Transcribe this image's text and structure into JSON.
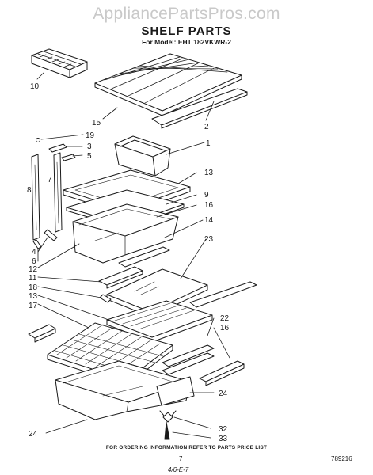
{
  "watermark": "AppliancePartsPros.com",
  "title": "SHELF PARTS",
  "model": "For Model: EHT 182VKWR-2",
  "footer": "FOR ORDERING INFORMATION REFER TO PARTS PRICE LIST",
  "page_number": "7",
  "doc_code": "789216",
  "handwritten_note": "4/6-E-7",
  "callouts": [
    "10",
    "15",
    "2",
    "19",
    "3",
    "5",
    "1",
    "8",
    "7",
    "13",
    "9",
    "16",
    "14",
    "4",
    "6",
    "23",
    "12",
    "11",
    "18",
    "13",
    "17",
    "22",
    "16",
    "24",
    "24",
    "32",
    "33"
  ]
}
